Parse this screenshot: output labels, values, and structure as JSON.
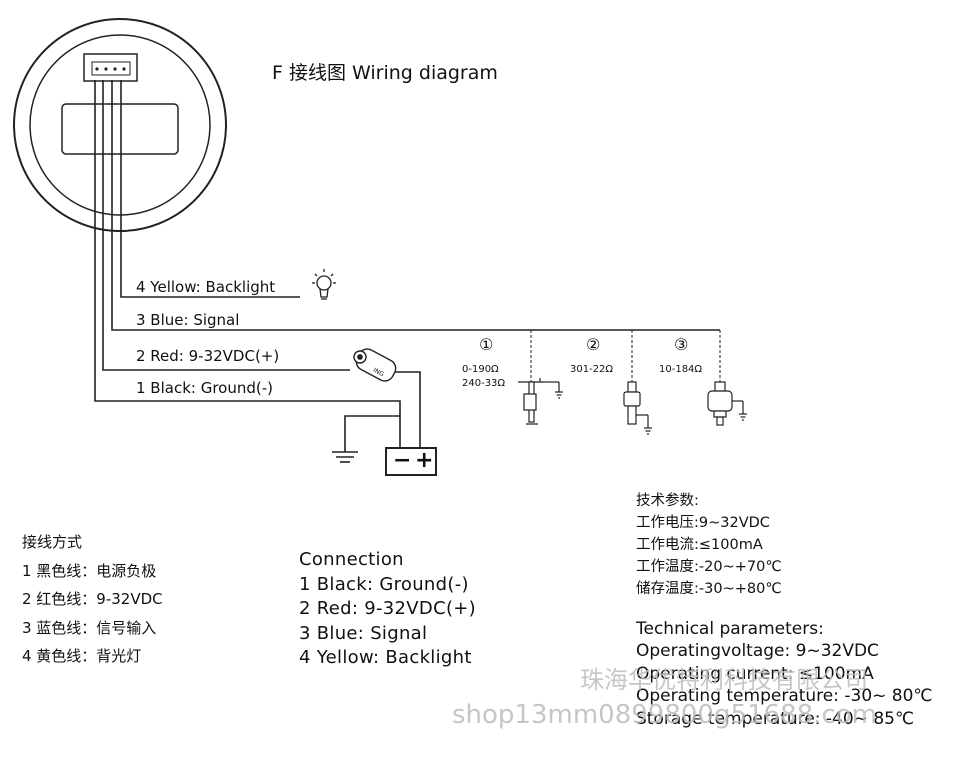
{
  "title": "F 接线图 Wiring diagram",
  "wires": {
    "yellow": "4 Yellow: Backlight",
    "blue": "3 Blue: Signal",
    "red": "2 Red: 9-32VDC(+)",
    "black": "1 Black: Ground(-)"
  },
  "ignition_label": "ING",
  "battery": {
    "minus": "−",
    "plus": "+"
  },
  "sensors": [
    {
      "number": "①",
      "ranges": [
        "0-190Ω",
        "240-33Ω"
      ]
    },
    {
      "number": "②",
      "ranges": [
        "301-22Ω"
      ]
    },
    {
      "number": "③",
      "ranges": [
        "10-184Ω"
      ]
    }
  ],
  "chinese_connection": {
    "heading": "接线方式",
    "lines": [
      "1 黑色线：电源负极",
      "2 红色线：9-32VDC",
      "3 蓝色线：信号输入",
      "4 黄色线：背光灯"
    ]
  },
  "connection": {
    "heading": "Connection",
    "lines": [
      "1 Black: Ground(-)",
      "2 Red: 9-32VDC(+)",
      "3 Blue: Signal",
      "4 Yellow: Backlight"
    ]
  },
  "tech_cn": {
    "heading": "技术参数:",
    "lines": [
      "工作电压:9~32VDC",
      "工作电流:≤100mA",
      "工作温度:-20~+70℃",
      "储存温度:-30~+80℃"
    ]
  },
  "tech_en": {
    "heading": "Technical parameters:",
    "lines": [
      "Operatingvoltage: 9~32VDC",
      "Operating current: ≤100mA",
      "Operating temperature: -30~ 80℃",
      "Storage temperature: -40~ 85℃"
    ]
  },
  "watermark": {
    "company": "珠海华优特利科技有限公司",
    "shop": "shop13mm0899800g51688.com"
  }
}
